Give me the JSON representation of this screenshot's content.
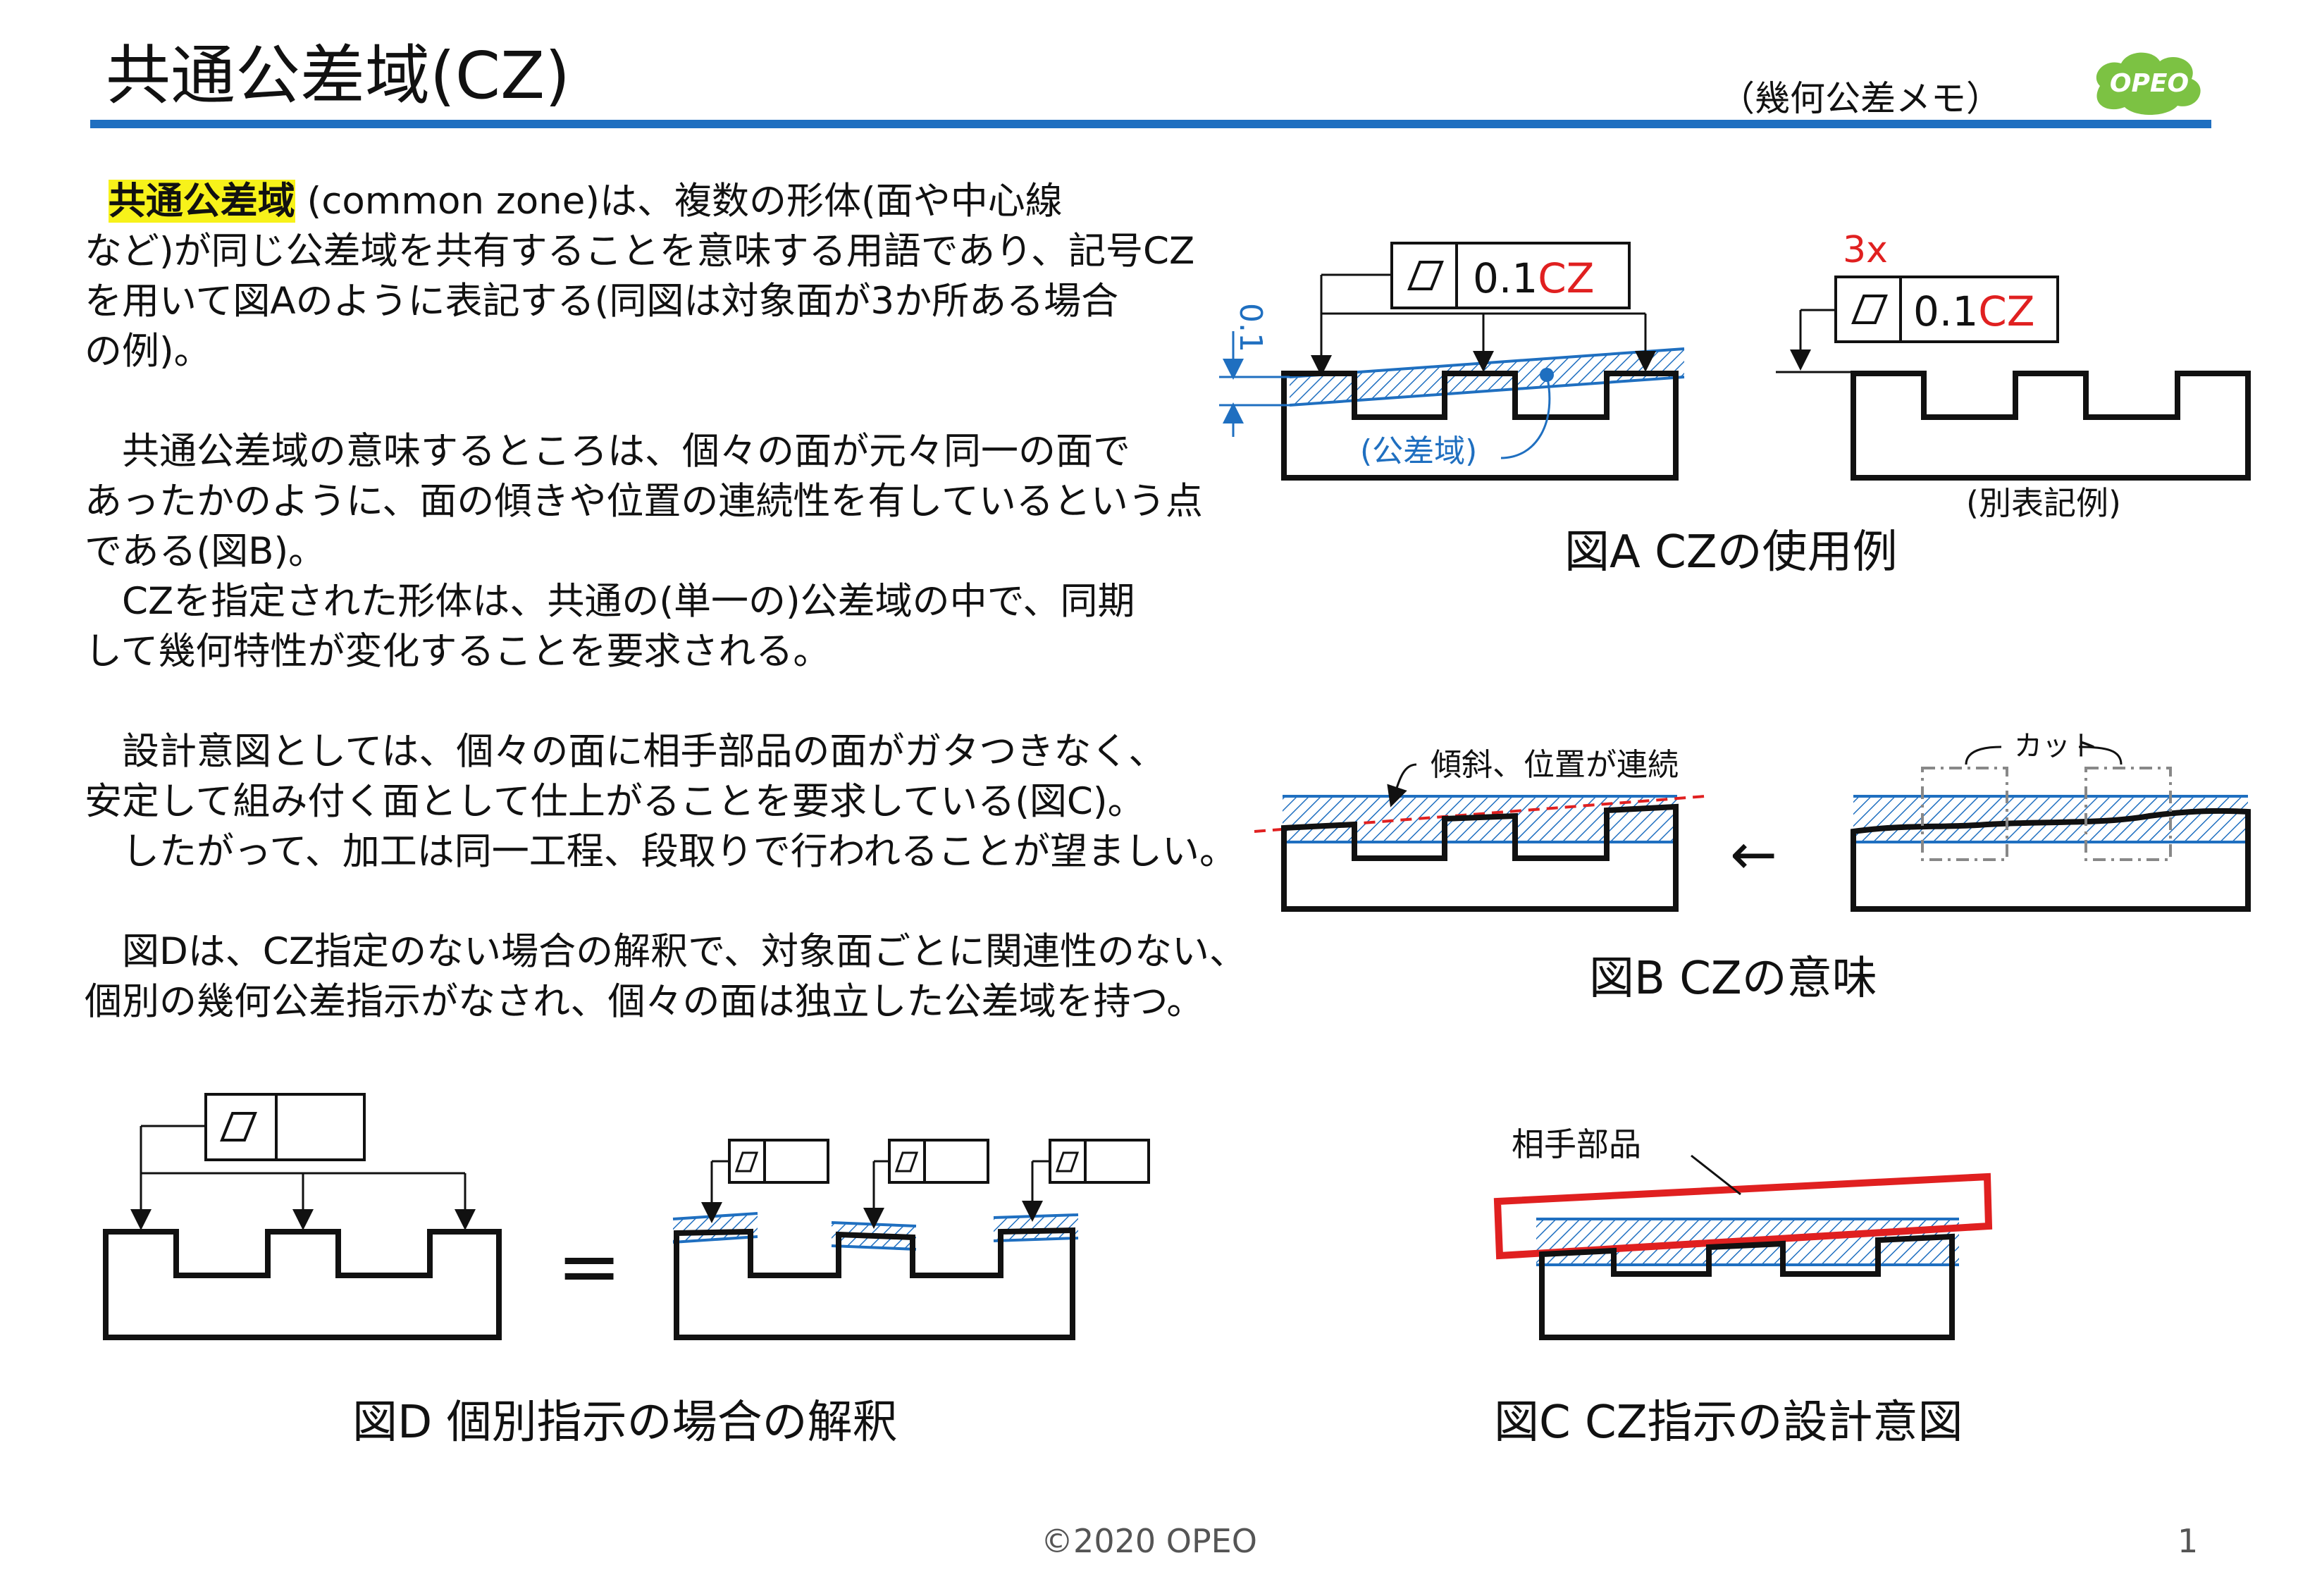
{
  "header": {
    "title": "共通公差域(CZ)",
    "subtitle": "（幾何公差メモ）",
    "logo_text": "OPEO",
    "accent_color": "#1f6fc0",
    "logo_color": "#7cc243"
  },
  "body": {
    "p1": {
      "highlight": "共通公差域",
      "lines": [
        " (common zone)は、複数の形体(面や中心線",
        "など)が同じ公差域を共有することを意味する用語であり、記号CZ",
        "を用いて図Aのように表記する(同図は対象面が3か所ある場合",
        "の例)。"
      ]
    },
    "p2": {
      "lines": [
        "　共通公差域の意味するところは、個々の面が元々同一の面で",
        "あったかのように、面の傾きや位置の連続性を有しているという点",
        "である(図B)。",
        "　CZを指定された形体は、共通の(単一の)公差域の中で、同期",
        "して幾何特性が変化することを要求される。"
      ]
    },
    "p3": {
      "lines": [
        "　設計意図としては、個々の面に相手部品の面がガタつきなく、",
        "安定して組み付く面として仕上がることを要求している(図C)。",
        "　したがって、加工は同一工程、段取りで行われることが望ましい。"
      ]
    },
    "p4": {
      "lines": [
        "　図Dは、CZ指定のない場合の解釈で、対象面ごとに関連性のない、",
        "個別の幾何公差指示がなされ、個々の面は独立した公差域を持つ。"
      ]
    }
  },
  "figA": {
    "caption": "図A CZの使用例",
    "dim_value": "0.1",
    "tol_value": "0.1",
    "tol_modifier": "CZ",
    "zone_label": "(公差域)",
    "count_label": "3x",
    "alt_label": "(別表記例)",
    "flatness_icon": "parallelogram-icon"
  },
  "figB": {
    "caption": "図B CZの意味",
    "label_continuous": "傾斜、位置が連続",
    "label_cut": "カット",
    "arrow": "←"
  },
  "figC": {
    "caption": "図C CZ指示の設計意図",
    "label_mating": "相手部品"
  },
  "figD": {
    "caption": "図D 個別指示の場合の解釈",
    "equals": "="
  },
  "footer": {
    "copyright": "©2020 OPEO",
    "page_number": "1"
  },
  "colors": {
    "blue": "#1f6fc0",
    "red": "#e02020",
    "black": "#111111"
  }
}
